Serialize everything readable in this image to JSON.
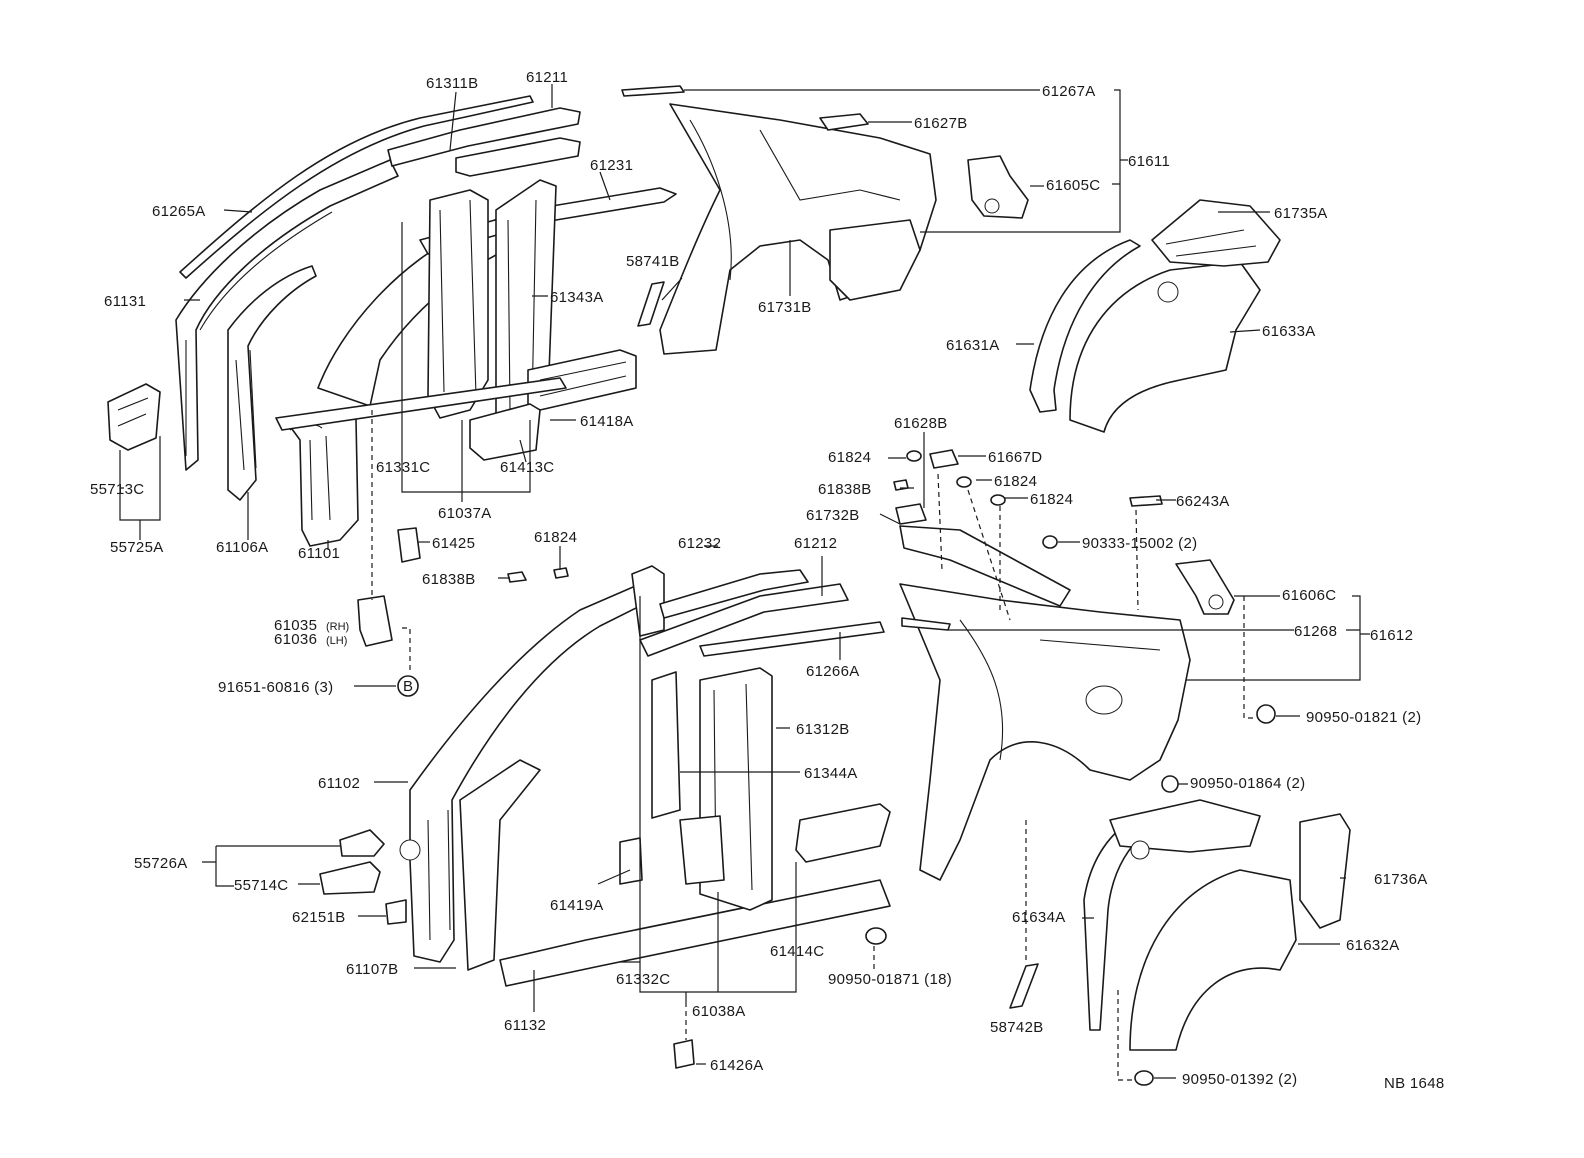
{
  "figure_code": "NB 1648",
  "circle_marker": "B",
  "labels": {
    "l61311B": "61311B",
    "l61211": "61211",
    "l61267A": "61267A",
    "l61627B": "61627B",
    "l61611": "61611",
    "l61605C": "61605C",
    "l61265A": "61265A",
    "l61231": "61231",
    "l61735A": "61735A",
    "l58741B": "58741B",
    "l61131": "61131",
    "l61343A": "61343A",
    "l61731B": "61731B",
    "l61633A": "61633A",
    "l61631A": "61631A",
    "l61418A": "61418A",
    "l61628B": "61628B",
    "l55713C": "55713C",
    "l61331C": "61331C",
    "l61413C": "61413C",
    "l61824a": "61824",
    "l61667D": "61667D",
    "l61824b": "61824",
    "l61838Ba": "61838B",
    "l61824c": "61824",
    "l66243A": "66243A",
    "l61037A": "61037A",
    "l61732B": "61732B",
    "l55725A": "55725A",
    "l61106A": "61106A",
    "l61425": "61425",
    "l90333": "90333-15002 (2)",
    "l61101": "61101",
    "l61824d": "61824",
    "l61232": "61232",
    "l61212": "61212",
    "l61838Bb": "61838B",
    "l61606C": "61606C",
    "l61035": "61035",
    "l61035s": "(RH)",
    "l61036": "61036",
    "l61036s": "(LH)",
    "l61268": "61268",
    "l61612": "61612",
    "l61266A": "61266A",
    "l91651": "91651-60816 (3)",
    "l90950_01821": "90950-01821 (2)",
    "l61312B": "61312B",
    "l61344A": "61344A",
    "l61102": "61102",
    "l90950_01864": "90950-01864 (2)",
    "l55726A": "55726A",
    "l55714C": "55714C",
    "l61736A": "61736A",
    "l61419A": "61419A",
    "l62151B": "62151B",
    "l61634A": "61634A",
    "l61632A": "61632A",
    "l61414C": "61414C",
    "l61107B": "61107B",
    "l61332C": "61332C",
    "l90950_01871": "90950-01871 (18)",
    "l61038A": "61038A",
    "l58742B": "58742B",
    "l61132": "61132",
    "l61426A": "61426A",
    "l90950_01392": "90950-01392 (2)"
  }
}
